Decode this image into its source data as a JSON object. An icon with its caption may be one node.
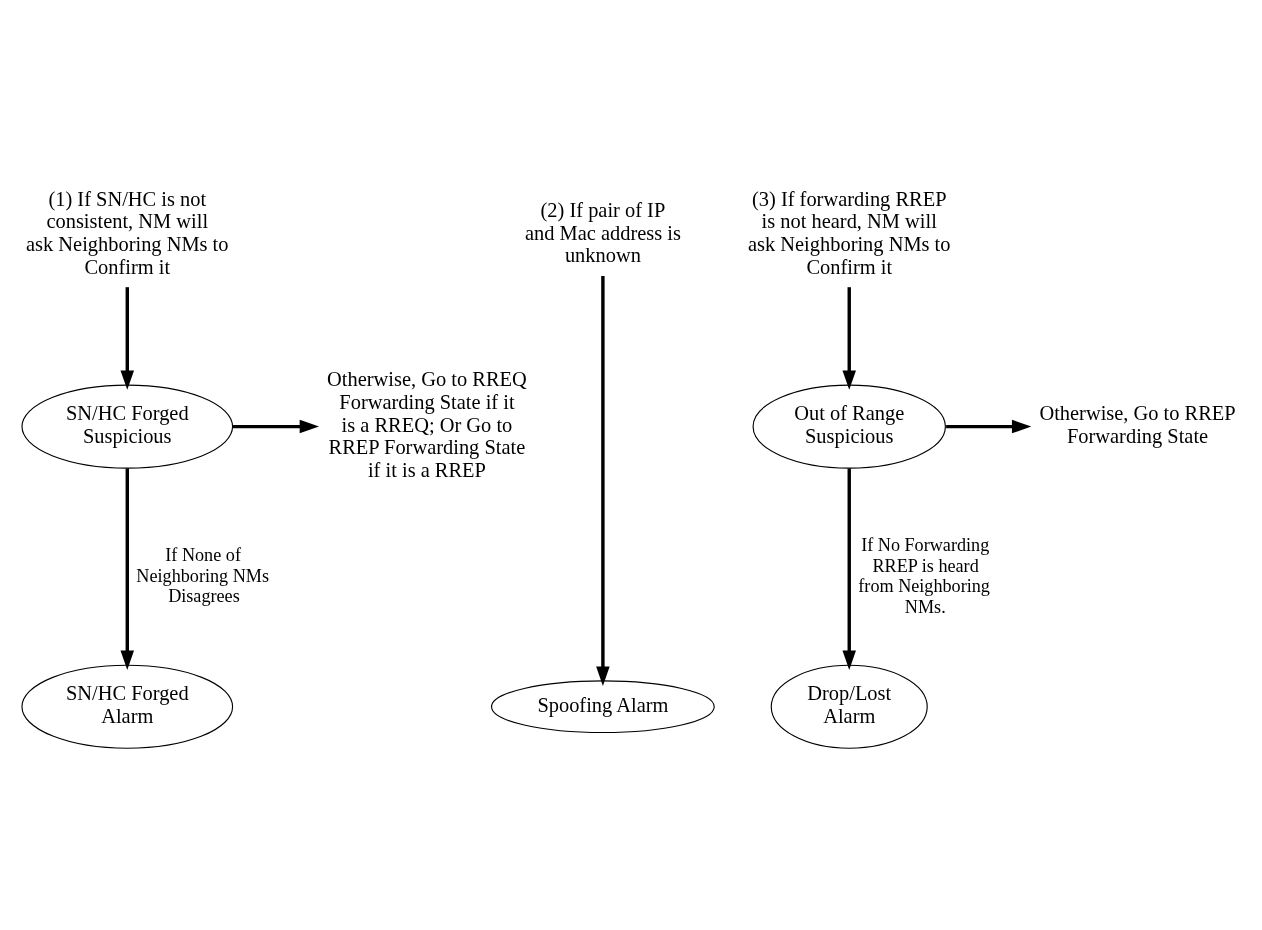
{
  "diagram": {
    "nodes": [
      {
        "text": [
          "(1) If SN/HC is not consistent, NM will ask Neighboring NMs to Confirm it"
        ]
      },
      {
        "text": [
          "(2) If pair of IP and Mac address is unknown"
        ]
      },
      {
        "text": [
          "(3) If forwarding RREP is not heard, NM will ask Neighboring NMs to Confirm it"
        ]
      },
      {
        "text": [
          "Otherwise, Go to RREQ Forwarding State if it is a RREQ; Or Go to RREP Forwarding State if it is a RREP"
        ]
      },
      {
        "text": [
          "SN/HC Forged Suspicious"
        ]
      },
      {
        "text": [
          "Out of Range Suspicious"
        ]
      },
      {
        "text": [
          "Otherwise, Go to RREP Forwarding State"
        ]
      },
      {
        "text": [
          "SN/HC Forged Alarm"
        ]
      },
      {
        "text": [
          "Spoofing Alarm"
        ]
      },
      {
        "text": [
          "Drop/Lost Alarm"
        ]
      }
    ],
    "edges": [
      {
        "from": 0,
        "to": 4,
        "arrow": "to"
      },
      {
        "from": 4,
        "to": 3,
        "arrow": "to"
      },
      {
        "from": 4,
        "to": 7,
        "arrow": "to",
        "label": "If None of Neighboring NMs Disagrees"
      },
      {
        "from": 1,
        "to": 8,
        "arrow": "to"
      },
      {
        "from": 2,
        "to": 5,
        "arrow": "to"
      },
      {
        "from": 5,
        "to": 6,
        "arrow": "to"
      },
      {
        "from": 5,
        "to": 9,
        "arrow": "to",
        "label": "If No Forwarding RREP is heard from Neighboring NMs."
      }
    ]
  }
}
